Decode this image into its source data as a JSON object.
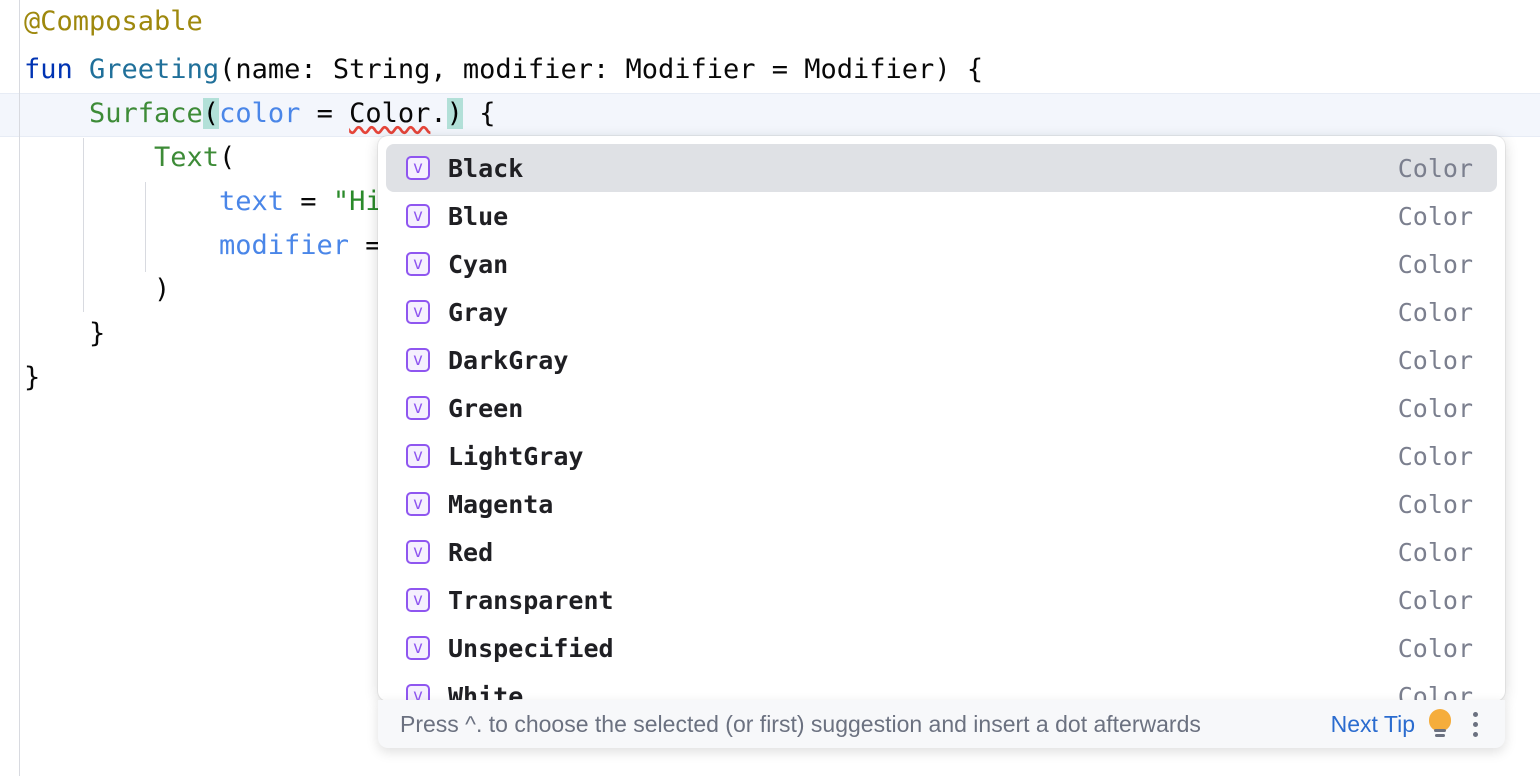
{
  "editor": {
    "lines": [
      {
        "indent": "",
        "segments": [
          {
            "text": "@Composable",
            "style": "anno"
          }
        ]
      },
      {
        "indent": "",
        "segments": [
          {
            "text": "fun ",
            "style": "kw"
          },
          {
            "text": "Greeting",
            "style": "fnname"
          },
          {
            "text": "(name: String, modifier: Modifier = Modifier) {",
            "style": "plain"
          }
        ]
      },
      {
        "indent": "    ",
        "segments": [
          {
            "text": "Surface",
            "style": "call"
          },
          {
            "text": "(",
            "style": "brk"
          },
          {
            "text": "color",
            "style": "named"
          },
          {
            "text": " = ",
            "style": "plain"
          },
          {
            "text": "Color",
            "style": "err"
          },
          {
            "text": ".",
            "style": "plain"
          },
          {
            "text": "caret",
            "style": "caret"
          },
          {
            "text": ")",
            "style": "brk"
          },
          {
            "text": " {",
            "style": "plain"
          }
        ]
      },
      {
        "indent": "        ",
        "segments": [
          {
            "text": "Text",
            "style": "call"
          },
          {
            "text": "(",
            "style": "plain"
          }
        ]
      },
      {
        "indent": "            ",
        "segments": [
          {
            "text": "text",
            "style": "named"
          },
          {
            "text": " = ",
            "style": "plain"
          },
          {
            "text": "\"Hi,",
            "style": "string"
          }
        ]
      },
      {
        "indent": "            ",
        "segments": [
          {
            "text": "modifier",
            "style": "named"
          },
          {
            "text": " = ",
            "style": "plain"
          }
        ]
      },
      {
        "indent": "        ",
        "segments": [
          {
            "text": ")",
            "style": "plain"
          }
        ]
      },
      {
        "indent": "    ",
        "segments": [
          {
            "text": "}",
            "style": "plain"
          }
        ]
      },
      {
        "indent": "",
        "segments": [
          {
            "text": "}",
            "style": "plain"
          }
        ]
      }
    ]
  },
  "completion": {
    "selected_index": 0,
    "icon_glyph": "v",
    "icon_name": "variable-icon",
    "items": [
      {
        "label": "Black",
        "type": "Color"
      },
      {
        "label": "Blue",
        "type": "Color"
      },
      {
        "label": "Cyan",
        "type": "Color"
      },
      {
        "label": "Gray",
        "type": "Color"
      },
      {
        "label": "DarkGray",
        "type": "Color"
      },
      {
        "label": "Green",
        "type": "Color"
      },
      {
        "label": "LightGray",
        "type": "Color"
      },
      {
        "label": "Magenta",
        "type": "Color"
      },
      {
        "label": "Red",
        "type": "Color"
      },
      {
        "label": "Transparent",
        "type": "Color"
      },
      {
        "label": "Unspecified",
        "type": "Color"
      },
      {
        "label": "White",
        "type": "Color"
      }
    ]
  },
  "hint_bar": {
    "text": "Press ^. to choose the selected (or first) suggestion and insert a dot afterwards",
    "link_label": "Next Tip",
    "bulb_icon": "lightbulb-icon",
    "menu_icon": "kebab-menu-icon"
  },
  "colors": {
    "annotation": "#9e880d",
    "keyword": "#0033b3",
    "function_name": "#20709a",
    "function_call": "#3d8b37",
    "named_argument": "#4a86e8",
    "string": "#2a8a2a",
    "error_squiggle": "#e5453a",
    "bracket_match": "#b2e0d8",
    "current_line": "#f3f6fc",
    "selection": "#dfe1e5",
    "icon_purple": "#8f56f0",
    "link_blue": "#2b6ccf",
    "muted_text": "#7b7f8e",
    "bulb_yellow": "#f5ad3c"
  }
}
